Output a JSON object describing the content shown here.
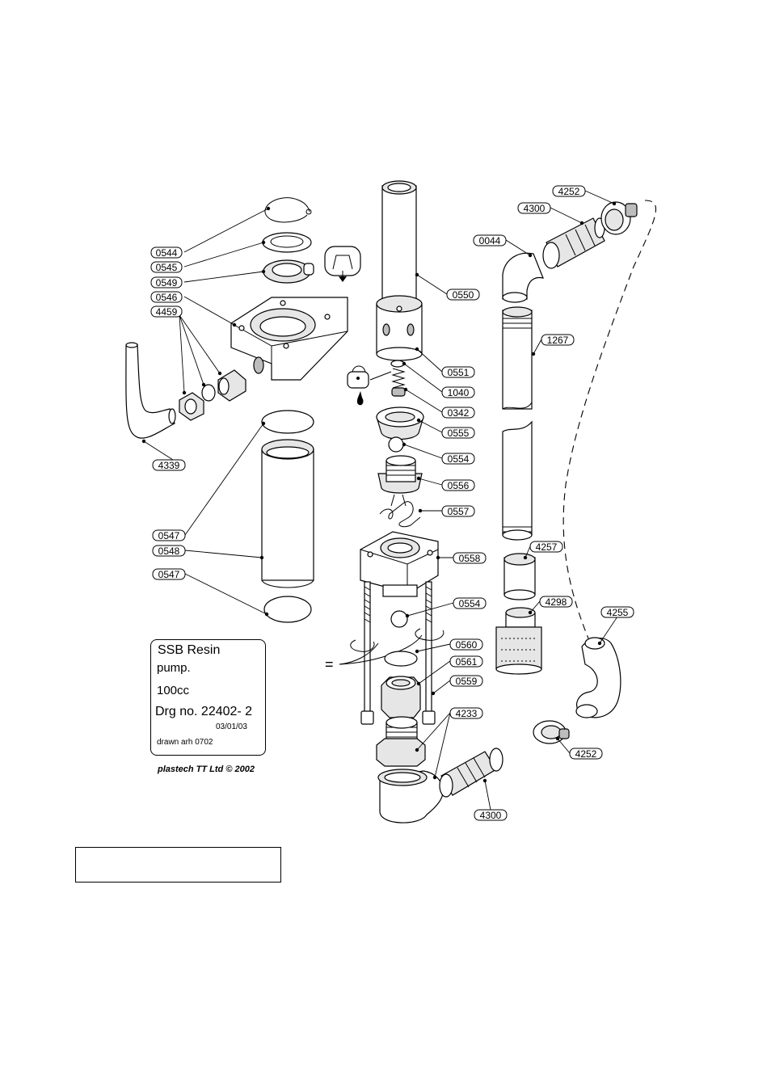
{
  "title_block": {
    "line1": "SSB Resin",
    "line2": "pump.",
    "line3": "100cc",
    "line4": "Drg no. 22402- 2",
    "date": "03/01/03",
    "drawn": "drawn arh 0702"
  },
  "copyright": "plastech TT Ltd © 2002",
  "equals_sign": "=",
  "part_labels": [
    {
      "id": "l-0544",
      "text": "0544"
    },
    {
      "id": "l-0545",
      "text": "0545"
    },
    {
      "id": "l-0549",
      "text": "0549"
    },
    {
      "id": "l-0546",
      "text": "0546"
    },
    {
      "id": "l-4459",
      "text": "4459"
    },
    {
      "id": "l-4339",
      "text": "4339"
    },
    {
      "id": "l-0547a",
      "text": "0547"
    },
    {
      "id": "l-0548",
      "text": "0548"
    },
    {
      "id": "l-0547b",
      "text": "0547"
    },
    {
      "id": "l-0550",
      "text": "0550"
    },
    {
      "id": "l-0551",
      "text": "0551"
    },
    {
      "id": "l-1040",
      "text": "1040"
    },
    {
      "id": "l-0342",
      "text": "0342"
    },
    {
      "id": "l-0555",
      "text": "0555"
    },
    {
      "id": "l-0554a",
      "text": "0554"
    },
    {
      "id": "l-0556",
      "text": "0556"
    },
    {
      "id": "l-0557",
      "text": "0557"
    },
    {
      "id": "l-0558",
      "text": "0558"
    },
    {
      "id": "l-0554b",
      "text": "0554"
    },
    {
      "id": "l-0560",
      "text": "0560"
    },
    {
      "id": "l-0561",
      "text": "0561"
    },
    {
      "id": "l-0559",
      "text": "0559"
    },
    {
      "id": "l-4233",
      "text": "4233"
    },
    {
      "id": "l-4300b",
      "text": "4300"
    },
    {
      "id": "l-4252a",
      "text": "4252"
    },
    {
      "id": "l-4300a",
      "text": "4300"
    },
    {
      "id": "l-0044",
      "text": "0044"
    },
    {
      "id": "l-1267",
      "text": "1267"
    },
    {
      "id": "l-4257",
      "text": "4257"
    },
    {
      "id": "l-4298",
      "text": "4298"
    },
    {
      "id": "l-4255",
      "text": "4255"
    },
    {
      "id": "l-4252b",
      "text": "4252"
    }
  ]
}
